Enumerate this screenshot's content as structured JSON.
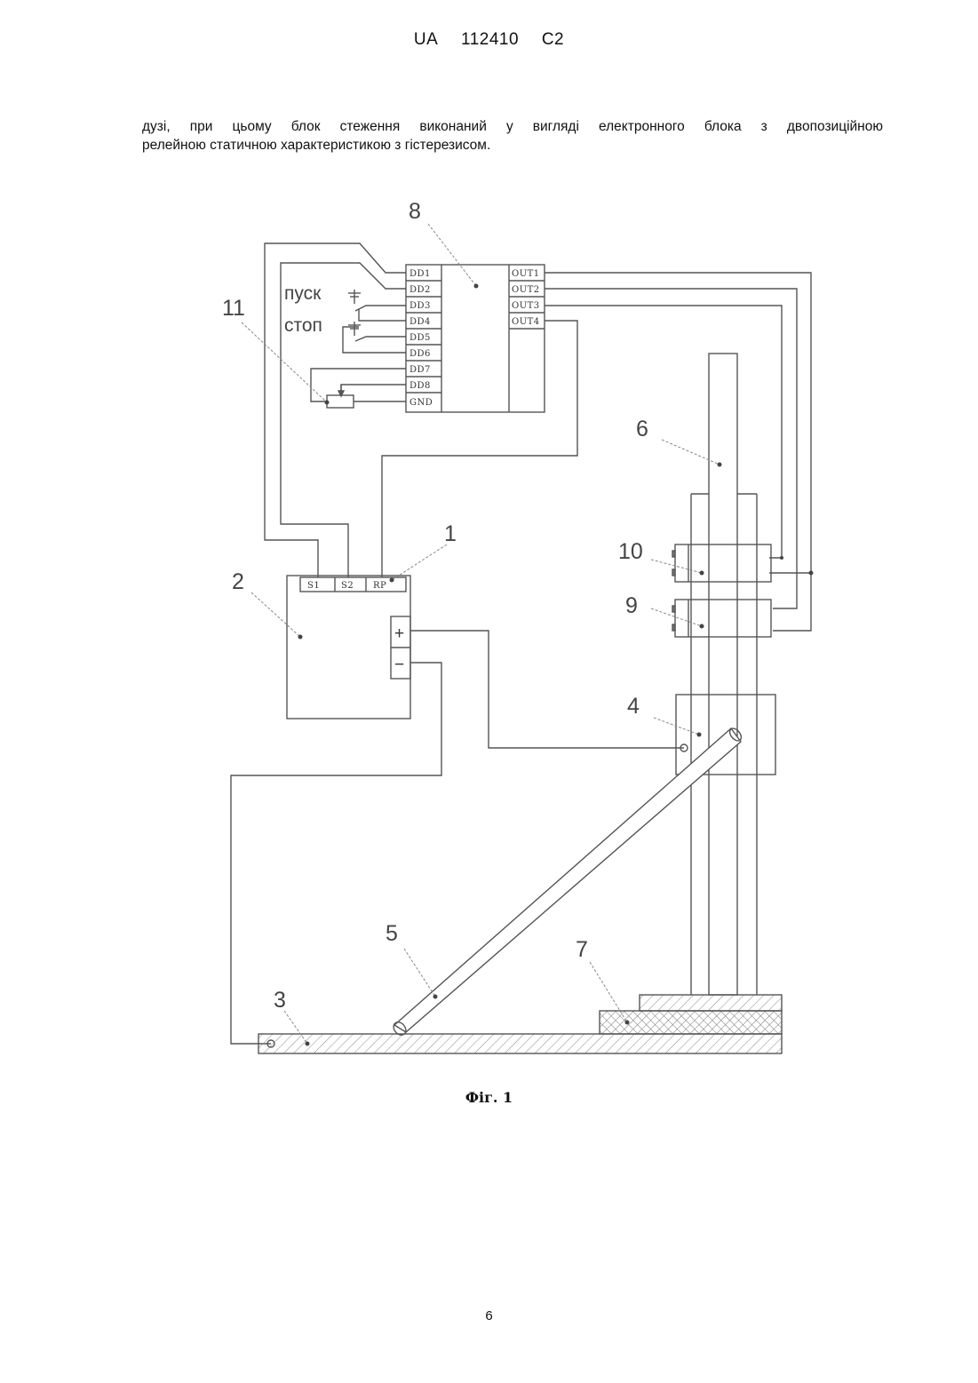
{
  "header": {
    "country": "UA",
    "number": "112410",
    "kind": "C2"
  },
  "body": {
    "line1": "дузі, при цьому блок стеження виконаний у вигляді електронного блока з двопозиційною",
    "line2": "релейною статичною характеристикою з гістерезисом."
  },
  "figure": {
    "caption": "Фіг. 1",
    "callouts": [
      "1",
      "2",
      "3",
      "4",
      "5",
      "6",
      "7",
      "8",
      "9",
      "10",
      "11"
    ],
    "controller_inputs": [
      "DD1",
      "DD2",
      "DD3",
      "DD4",
      "DD5",
      "DD6",
      "DD7",
      "DD8",
      "GND"
    ],
    "controller_outputs": [
      "OUT1",
      "OUT2",
      "OUT3",
      "OUT4"
    ],
    "switch_labels": {
      "start": "пуск",
      "stop": "стоп"
    },
    "power_terminals": [
      "S1",
      "S2",
      "RP"
    ],
    "polarity": {
      "plus": "+",
      "minus": "−"
    }
  },
  "page_number": "6"
}
